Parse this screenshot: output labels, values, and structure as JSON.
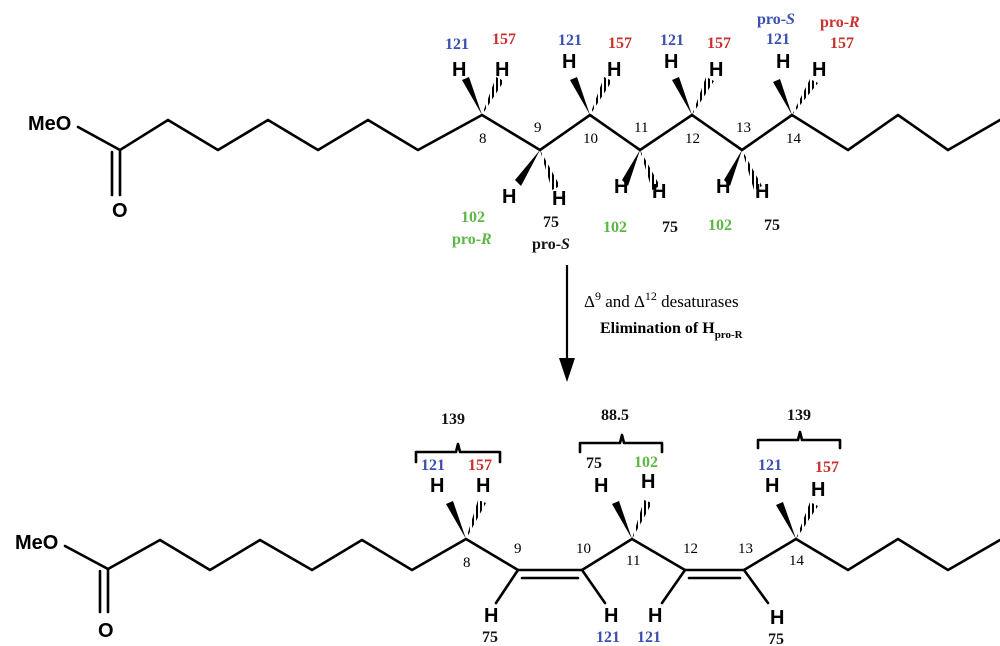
{
  "colors": {
    "blue": "#3a4fb0",
    "red": "#c8312e",
    "green": "#5cb844",
    "black": "#111111"
  },
  "reactant": {
    "ester_label": "MeO",
    "carbonyl_o": "O",
    "h": "H",
    "carbons": [
      "8",
      "9",
      "10",
      "11",
      "12",
      "13",
      "14"
    ],
    "top_values": {
      "c8": {
        "left": "121",
        "right": "157"
      },
      "c10": {
        "left": "121",
        "right": "157"
      },
      "c12": {
        "left": "121",
        "right": "157"
      },
      "c14": {
        "left": "121",
        "right": "157",
        "left_tag": "pro-S",
        "right_tag": "pro-R"
      }
    },
    "bottom_values": {
      "c9": {
        "left": "102",
        "right": "75",
        "left_tag": "pro-R",
        "right_tag": "pro-S"
      },
      "c11": {
        "left": "102",
        "right": "75"
      },
      "c13": {
        "left": "102",
        "right": "75"
      }
    }
  },
  "arrow": {
    "line1_delta9": "Δ",
    "sup9": "9",
    "and": " and Δ",
    "sup12": "12",
    "desaturases": " desaturases",
    "line2": "Elimination of H",
    "sub": "pro-R"
  },
  "product": {
    "ester_label": "MeO",
    "carbonyl_o": "O",
    "h": "H",
    "carbons": [
      "8",
      "9",
      "10",
      "11",
      "12",
      "13",
      "14"
    ],
    "brackets": [
      "139",
      "88.5",
      "139"
    ],
    "c8": {
      "left": "121",
      "right": "157"
    },
    "c11": {
      "left": "75",
      "right": "102"
    },
    "c14": {
      "left": "121",
      "right": "157"
    },
    "vinyl": {
      "c9": "75",
      "c10": "121",
      "c12": "121",
      "c13": "75"
    }
  }
}
